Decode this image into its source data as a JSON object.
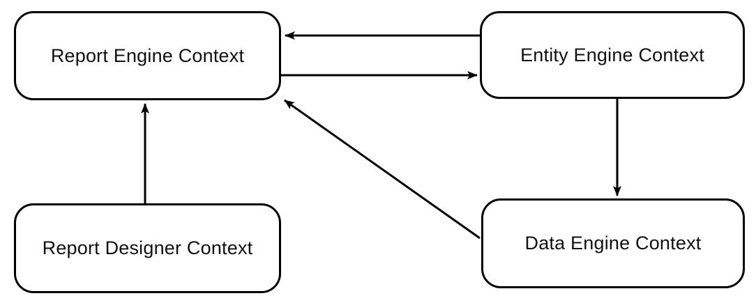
{
  "diagram": {
    "background_color": "#ffffff",
    "stroke_color": "#000000",
    "text_color": "#111111",
    "nodes": [
      {
        "id": "report-engine",
        "label": "Report Engine Context"
      },
      {
        "id": "entity-engine",
        "label": "Entity Engine Context"
      },
      {
        "id": "report-designer",
        "label": "Report Designer Context"
      },
      {
        "id": "data-engine",
        "label": "Data Engine Context"
      }
    ],
    "edges": [
      {
        "from": "entity-engine",
        "to": "report-engine",
        "style": "arrow",
        "orientation": "horizontal-left"
      },
      {
        "from": "report-engine",
        "to": "entity-engine",
        "style": "arrow",
        "orientation": "horizontal-right"
      },
      {
        "from": "report-designer",
        "to": "report-engine",
        "style": "arrow",
        "orientation": "vertical-up"
      },
      {
        "from": "entity-engine",
        "to": "data-engine",
        "style": "arrow",
        "orientation": "vertical-down"
      },
      {
        "from": "data-engine",
        "to": "report-engine",
        "style": "arrow",
        "orientation": "diagonal-up-left"
      }
    ]
  }
}
